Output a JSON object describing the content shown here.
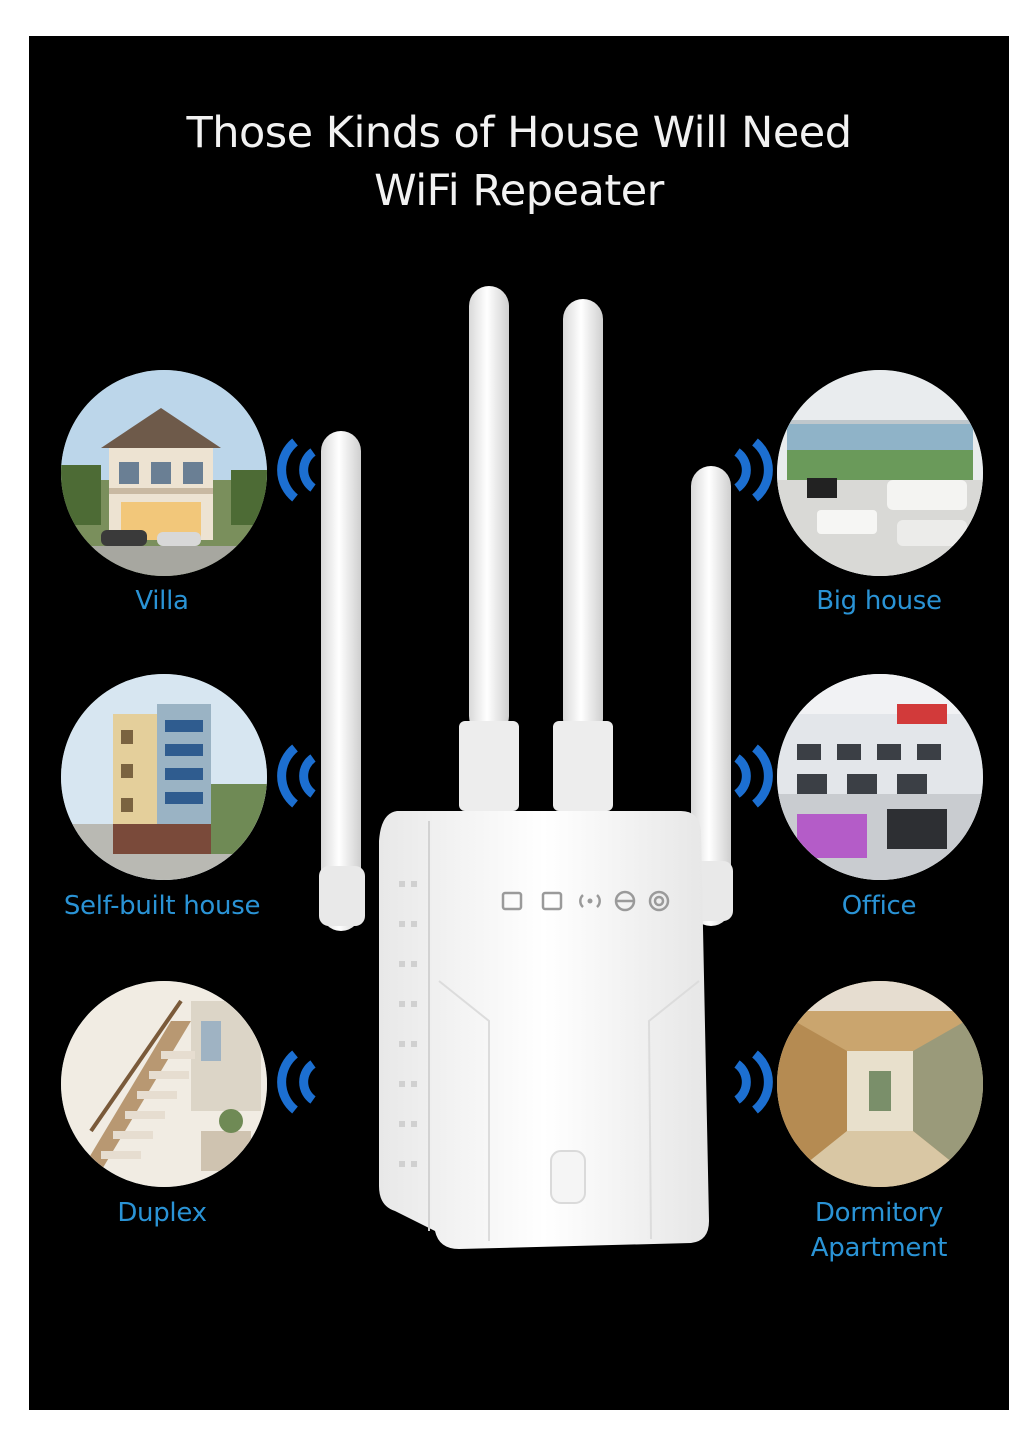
{
  "headline": {
    "line1": "Those Kinds of House Will Need",
    "line2": "WiFi Repeater"
  },
  "house_types": [
    {
      "label": "Villa",
      "icon": "villa-photo"
    },
    {
      "label": "Self-built house",
      "icon": "apartment-building-photo"
    },
    {
      "label": "Duplex",
      "icon": "staircase-interior-photo"
    },
    {
      "label": "Big house",
      "icon": "living-room-photo"
    },
    {
      "label": "Office",
      "icon": "office-desks-photo"
    },
    {
      "label": "Dormitory",
      "label2": "Apartment",
      "icon": "dormitory-hallway-photo"
    }
  ],
  "device": {
    "icon": "wifi-repeater-four-antennas"
  },
  "colors": {
    "background": "#000000",
    "headline": "#f2f2f2",
    "label": "#2a93d5",
    "signal": "#1c6fd1"
  }
}
